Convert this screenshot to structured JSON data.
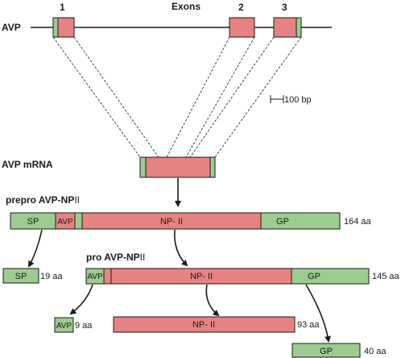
{
  "title": "Exons",
  "gene_label": "AVP",
  "exon_numbers": [
    "1",
    "2",
    "3"
  ],
  "scale_label": "100 bp",
  "mrna_label": "AVP mRNA",
  "prepro": {
    "label": "prepro AVP-NP",
    "label_suffix": "II",
    "sp": "SP",
    "avp": "AVP",
    "np": "NP- II",
    "gp": "GP",
    "length": "164 aa"
  },
  "sp_fragment": {
    "label": "SP",
    "length": "19 aa"
  },
  "pro": {
    "label": "pro AVP-NP",
    "label_suffix": "II",
    "avp": "AVP",
    "np": "NP- II",
    "gp": "GP",
    "length": "145 aa"
  },
  "avp_fragment": {
    "label": "AVP",
    "length": "9 aa"
  },
  "np_fragment": {
    "label": "NP- II",
    "length": "93 aa"
  },
  "gp_fragment": {
    "label": "GP",
    "length": "40 aa"
  },
  "colors": {
    "exon_coding": "#e58383",
    "utr_green": "#9ccc8f",
    "stroke": "#1a1a1a"
  }
}
